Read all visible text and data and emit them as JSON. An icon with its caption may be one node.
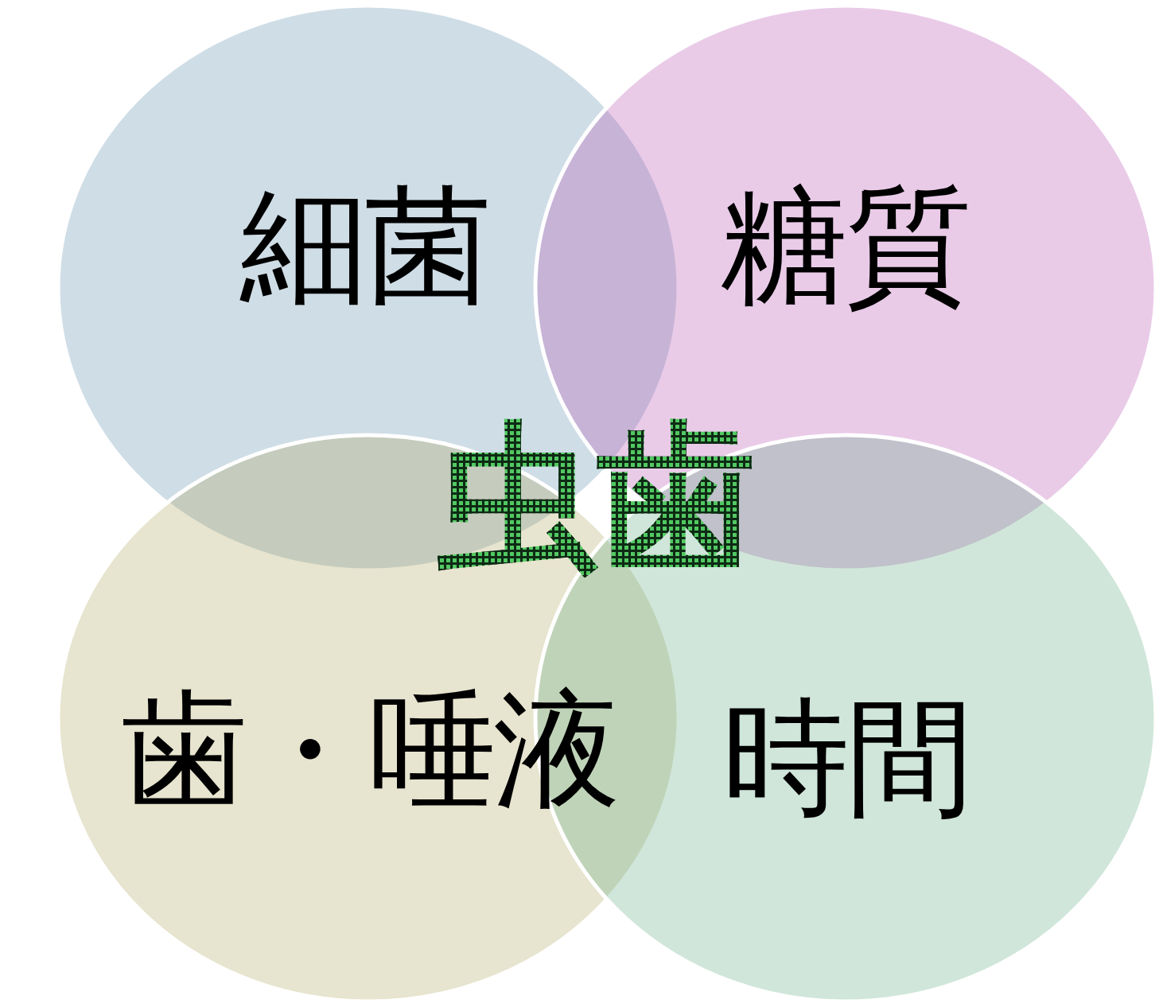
{
  "diagram": {
    "nodes": [
      {
        "text": [
          "細菌"
        ]
      },
      {
        "text": [
          "糖質"
        ]
      },
      {
        "text": [
          "歯・唾液"
        ]
      },
      {
        "text": [
          "時間"
        ]
      }
    ],
    "labels": [
      "虫歯"
    ]
  }
}
